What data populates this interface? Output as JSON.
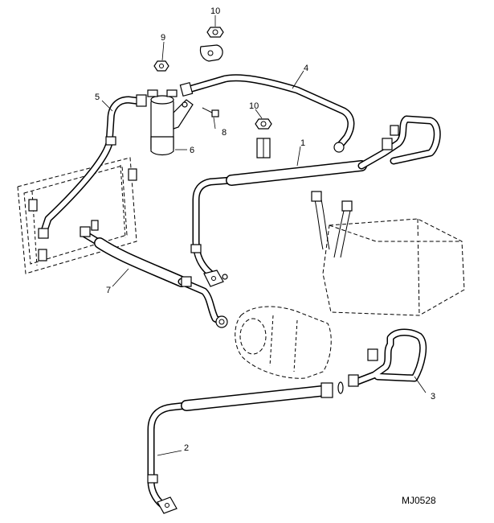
{
  "figure": {
    "reference_code": "MJ0528",
    "callouts": [
      {
        "id": "c1",
        "label": "1"
      },
      {
        "id": "c2",
        "label": "2"
      },
      {
        "id": "c3",
        "label": "3"
      },
      {
        "id": "c4",
        "label": "4"
      },
      {
        "id": "c5",
        "label": "5"
      },
      {
        "id": "c6",
        "label": "6"
      },
      {
        "id": "c7",
        "label": "7"
      },
      {
        "id": "c8",
        "label": "8"
      },
      {
        "id": "c9",
        "label": "9"
      },
      {
        "id": "c10a",
        "label": "10"
      },
      {
        "id": "c10b",
        "label": "10"
      }
    ]
  }
}
